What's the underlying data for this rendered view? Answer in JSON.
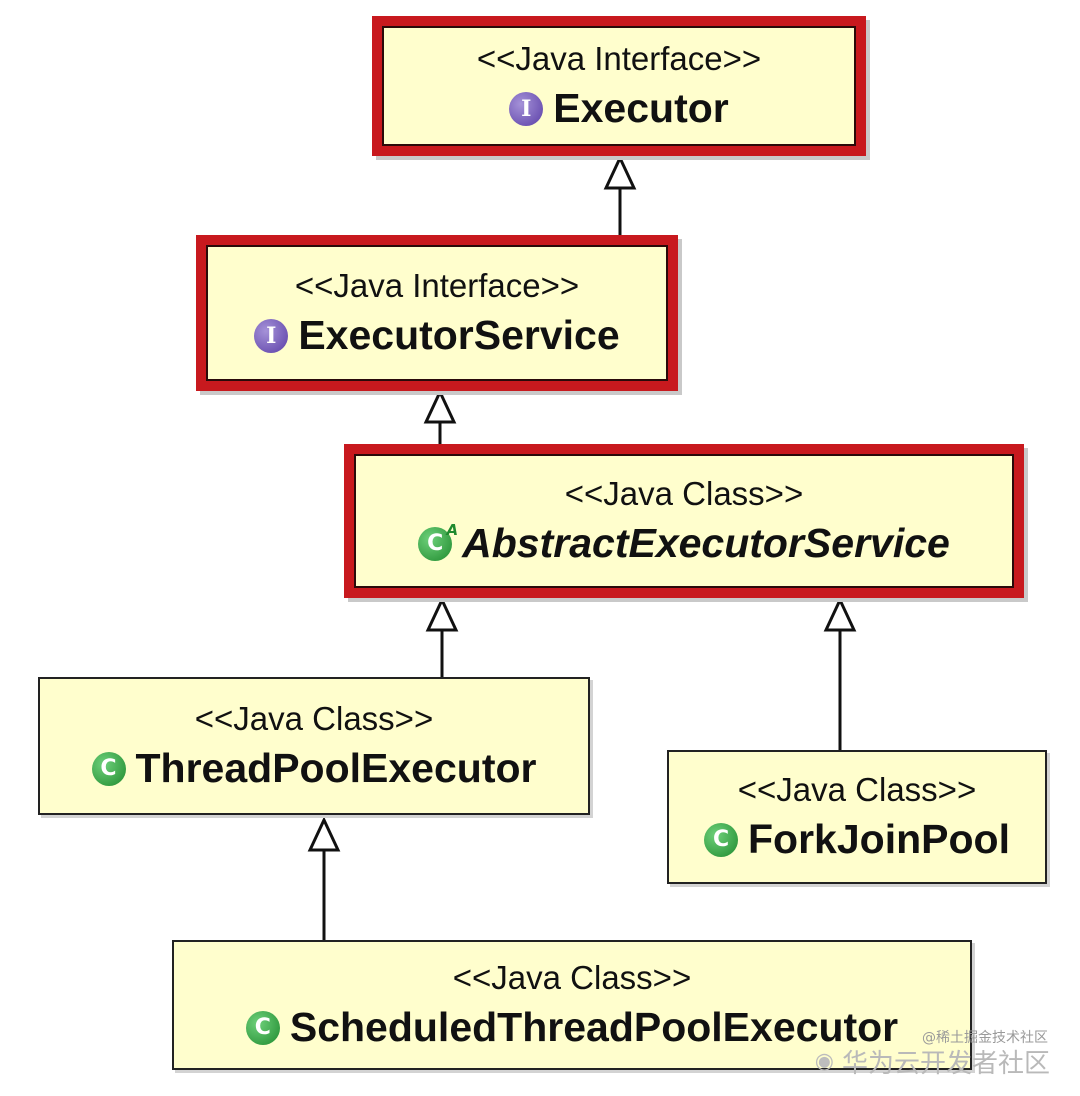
{
  "diagram": {
    "nodes": [
      {
        "id": "executor",
        "stereotype": "<<Java Interface>>",
        "name": "Executor",
        "kind": "interface",
        "abstract": false,
        "highlighted": true,
        "badge_letter": "I"
      },
      {
        "id": "executor_service",
        "stereotype": "<<Java Interface>>",
        "name": "ExecutorService",
        "kind": "interface",
        "abstract": false,
        "highlighted": true,
        "badge_letter": "I"
      },
      {
        "id": "abstract_executor_service",
        "stereotype": "<<Java Class>>",
        "name": "AbstractExecutorService",
        "kind": "class",
        "abstract": true,
        "highlighted": true,
        "badge_letter": "C"
      },
      {
        "id": "thread_pool_executor",
        "stereotype": "<<Java Class>>",
        "name": "ThreadPoolExecutor",
        "kind": "class",
        "abstract": false,
        "highlighted": false,
        "badge_letter": "C"
      },
      {
        "id": "fork_join_pool",
        "stereotype": "<<Java Class>>",
        "name": "ForkJoinPool",
        "kind": "class",
        "abstract": false,
        "highlighted": false,
        "badge_letter": "C"
      },
      {
        "id": "scheduled_thread_pool_executor",
        "stereotype": "<<Java Class>>",
        "name": "ScheduledThreadPoolExecutor",
        "kind": "class",
        "abstract": false,
        "highlighted": false,
        "badge_letter": "C"
      }
    ],
    "edges": [
      {
        "from": "executor_service",
        "to": "executor",
        "relation": "generalization"
      },
      {
        "from": "abstract_executor_service",
        "to": "executor_service",
        "relation": "generalization"
      },
      {
        "from": "thread_pool_executor",
        "to": "abstract_executor_service",
        "relation": "generalization"
      },
      {
        "from": "fork_join_pool",
        "to": "abstract_executor_service",
        "relation": "generalization"
      },
      {
        "from": "scheduled_thread_pool_executor",
        "to": "thread_pool_executor",
        "relation": "generalization"
      }
    ]
  },
  "watermark": {
    "main": "华为云开发者社区",
    "sub": "@稀土掘金技术社区",
    "icon": "weibo-icon"
  },
  "colors": {
    "box_fill": "#fffecd",
    "highlight_border": "#c8191e",
    "interface_badge": "#5a3ea6",
    "class_badge": "#1f8a2e"
  }
}
